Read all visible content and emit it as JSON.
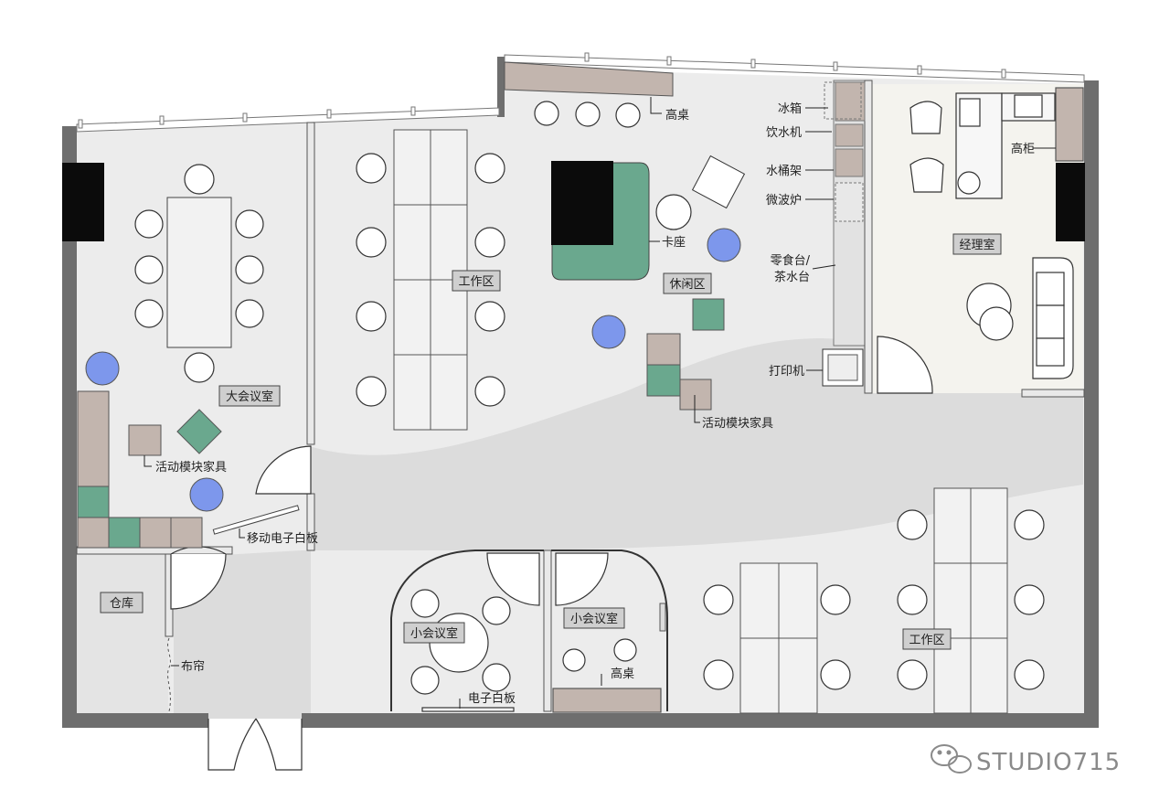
{
  "labels": {
    "big_meeting_room": "大会议室",
    "work_area_top": "工作区",
    "lounge_area": "休闲区",
    "manager_office": "经理室",
    "storage": "仓库",
    "small_meeting_room_left": "小会议室",
    "small_meeting_room_right": "小会议室",
    "work_area_bottom": "工作区"
  },
  "annotations": {
    "high_table_top": "高桌",
    "fridge": "冰箱",
    "water_dispenser": "饮水机",
    "bucket_rack": "水桶架",
    "microwave": "微波炉",
    "snack_counter_line1": "零食台/",
    "snack_counter_line2": "茶水台",
    "booth_seat": "卡座",
    "printer": "打印机",
    "modular_furniture_right": "活动模块家具",
    "modular_furniture_left": "活动模块家具",
    "mobile_whiteboard": "移动电子白板",
    "high_cabinet": "高柜",
    "curtain": "布帘",
    "high_table_bottom": "高桌",
    "e_whiteboard": "电子白板"
  },
  "watermark": {
    "text": "STUDIO715"
  },
  "colors": {
    "wall": "#6e6e6e",
    "floor_light": "#ececec",
    "floor_corridor": "#dcdcdc",
    "floor_manager": "#f4f3ee",
    "taupe": "#c2b5ae",
    "green": "#6aa88e",
    "blue_stool": "#7d97ec",
    "black_panel": "#0b0b0b",
    "label_box": "#cfcfcf"
  }
}
